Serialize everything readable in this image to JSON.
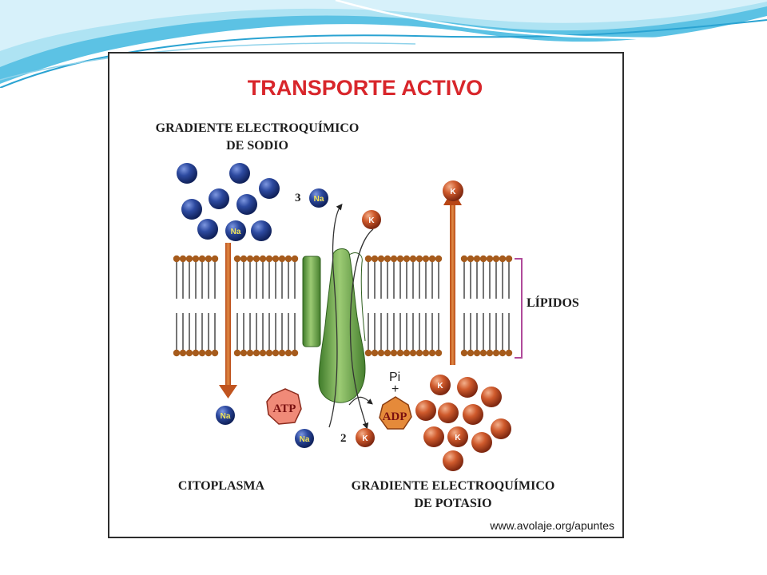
{
  "slide": {
    "accent_colors": [
      "#3bb0d8",
      "#9fdcef",
      "#1d8fbf"
    ]
  },
  "figure": {
    "title": "TRANSPORTE ACTIVO",
    "sodium_gradient": {
      "line1": "GRADIENTE ELECTROQUÍMICO",
      "line2": "DE SODIO"
    },
    "potassium_gradient": {
      "line1": "GRADIENTE ELECTROQUÍMICO",
      "line2": "DE POTASIO"
    },
    "cytoplasm": "CITOPLASMA",
    "lipids": "LÍPIDOS",
    "sodium_symbol": "Na",
    "potassium_symbol": "K",
    "sodium_count": "3",
    "potassium_count": "2",
    "atp": "ATP",
    "adp": "ADP",
    "pi": "Pi",
    "plus": "+",
    "source": "www.avolaje.org/apuntes",
    "colors": {
      "title": "#d8262b",
      "sodium_ion": "#243f93",
      "potassium_ion": "#c9461e",
      "protein": "#6fa849",
      "lipid_head": "#a65b1c",
      "atp": "#f08a78",
      "adp": "#e58a3a",
      "bracket": "#b04a9a"
    },
    "icons": [
      "sodium-ion",
      "potassium-ion",
      "carrier-protein",
      "lipid-bilayer",
      "arrow-down",
      "arrow-up"
    ]
  }
}
